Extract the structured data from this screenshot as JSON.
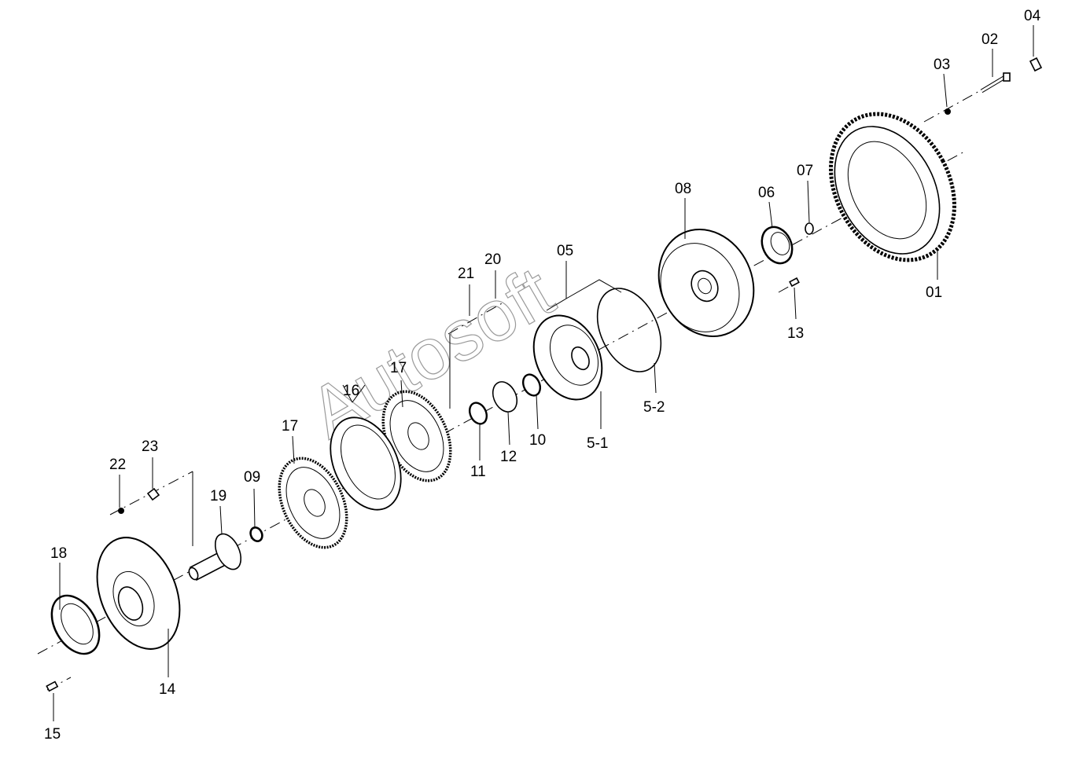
{
  "watermark": "Autosoft",
  "parts": [
    {
      "id": "01",
      "label": "01"
    },
    {
      "id": "02",
      "label": "02"
    },
    {
      "id": "03",
      "label": "03"
    },
    {
      "id": "04",
      "label": "04"
    },
    {
      "id": "05",
      "label": "05"
    },
    {
      "id": "5-1",
      "label": "5-1"
    },
    {
      "id": "5-2",
      "label": "5-2"
    },
    {
      "id": "06",
      "label": "06"
    },
    {
      "id": "07",
      "label": "07"
    },
    {
      "id": "08",
      "label": "08"
    },
    {
      "id": "09",
      "label": "09"
    },
    {
      "id": "10",
      "label": "10"
    },
    {
      "id": "11",
      "label": "11"
    },
    {
      "id": "12",
      "label": "12"
    },
    {
      "id": "13",
      "label": "13"
    },
    {
      "id": "14",
      "label": "14"
    },
    {
      "id": "15",
      "label": "15"
    },
    {
      "id": "16",
      "label": "16"
    },
    {
      "id": "17a",
      "label": "17"
    },
    {
      "id": "17b",
      "label": "17"
    },
    {
      "id": "18",
      "label": "18"
    },
    {
      "id": "19",
      "label": "19"
    },
    {
      "id": "20",
      "label": "20"
    },
    {
      "id": "21",
      "label": "21"
    },
    {
      "id": "22",
      "label": "22"
    },
    {
      "id": "23",
      "label": "23"
    }
  ]
}
